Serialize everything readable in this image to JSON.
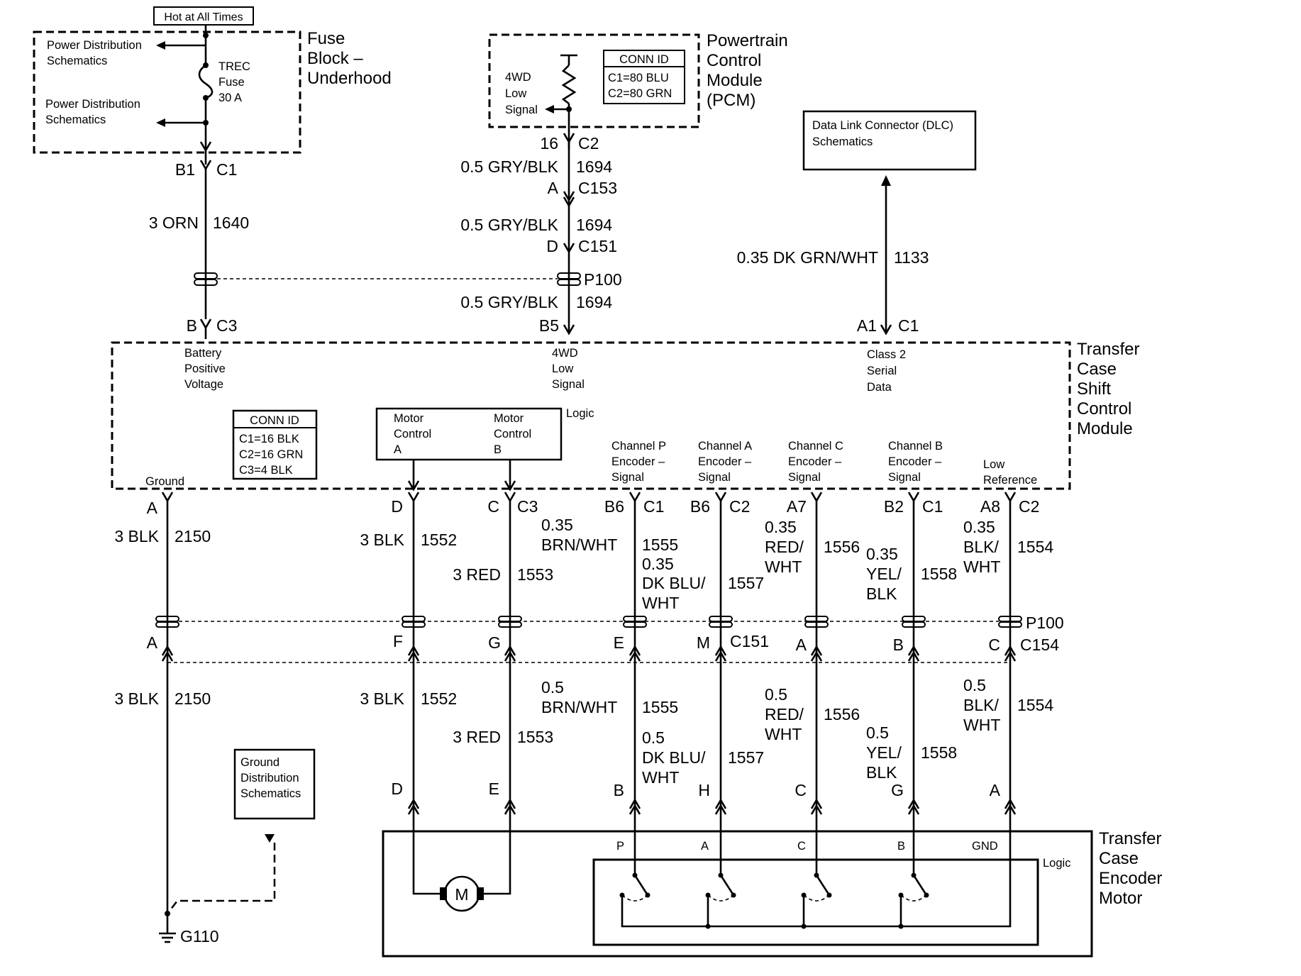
{
  "hot_label": "Hot at All Times",
  "fuse_block": {
    "title": [
      "Fuse",
      "Block –",
      "Underhood"
    ],
    "pd_top": [
      "Power Distribution",
      "Schematics"
    ],
    "pd_bottom": [
      "Power Distribution",
      "Schematics"
    ],
    "fuse": [
      "TREC",
      "Fuse",
      "30 A"
    ],
    "pin": "B1",
    "conn": "C1"
  },
  "pcm": {
    "title": [
      "Powertrain",
      "Control",
      "Module",
      "(PCM)"
    ],
    "signal": [
      "4WD",
      "Low",
      "Signal"
    ],
    "conn_id_title": "CONN ID",
    "conn_id": [
      "C1=80 BLU",
      "C2=80 GRN"
    ],
    "pin": "16",
    "conn": "C2"
  },
  "dlc": [
    "Data Link Connector (DLC)",
    "Schematics"
  ],
  "upper_wires": {
    "w1640": {
      "gauge": "3 ORN",
      "circuit": "1640"
    },
    "w1694a": {
      "gauge": "0.5 GRY/BLK",
      "circuit": "1694"
    },
    "c153": {
      "pin": "A",
      "conn": "C153"
    },
    "w1694b": {
      "gauge": "0.5 GRY/BLK",
      "circuit": "1694"
    },
    "c151": {
      "pin": "D",
      "conn": "C151"
    },
    "p100": "P100",
    "w1694c": {
      "gauge": "0.5 GRY/BLK",
      "circuit": "1694"
    },
    "w1133": {
      "gauge": "0.35 DK GRN/WHT",
      "circuit": "1133"
    }
  },
  "tcscm": {
    "title": [
      "Transfer",
      "Case",
      "Shift",
      "Control",
      "Module"
    ],
    "batt_pin": {
      "pin": "B",
      "conn": "C3"
    },
    "batt": [
      "Battery",
      "Positive",
      "Voltage"
    ],
    "lowsig_pin": {
      "pin": "B5"
    },
    "lowsig": [
      "4WD",
      "Low",
      "Signal"
    ],
    "class2_pin": {
      "pin": "A1",
      "conn": "C1"
    },
    "class2": [
      "Class 2",
      "Serial",
      "Data"
    ],
    "conn_id_title": "CONN ID",
    "conn_id": [
      "C1=16 BLK",
      "C2=16 GRN",
      "C3=4 BLK"
    ],
    "logic": "Logic",
    "motor_a": [
      "Motor",
      "Control",
      "A"
    ],
    "motor_b": [
      "Motor",
      "Control",
      "B"
    ],
    "ground": "Ground",
    "ch_p": [
      "Channel P",
      "Encoder –",
      "Signal"
    ],
    "ch_a": [
      "Channel A",
      "Encoder –",
      "Signal"
    ],
    "ch_c": [
      "Channel C",
      "Encoder –",
      "Signal"
    ],
    "ch_b": [
      "Channel B",
      "Encoder –",
      "Signal"
    ],
    "low_ref": [
      "Low",
      "Reference"
    ]
  },
  "module_pins": {
    "gnd": {
      "pin": "A"
    },
    "ma": {
      "pin": "D"
    },
    "mb": {
      "pin": "C",
      "conn": "C3"
    },
    "p": {
      "pin": "B6",
      "conn": "C1"
    },
    "a": {
      "pin": "B6",
      "conn": "C2"
    },
    "c": {
      "pin": "A7"
    },
    "b": {
      "pin": "B2",
      "conn": "C1"
    },
    "lr": {
      "pin": "A8",
      "conn": "C2"
    }
  },
  "mid_wires": {
    "gnd": {
      "gauge": "3 BLK",
      "circuit": "2150"
    },
    "ma": {
      "gauge": "3 BLK",
      "circuit": "1552"
    },
    "mb": {
      "gauge": "3 RED",
      "circuit": "1553"
    },
    "p": {
      "gauge": [
        "0.35",
        "BRN/WHT"
      ],
      "circuit": "1555"
    },
    "a": {
      "gauge": [
        "0.35",
        "DK BLU/",
        "WHT"
      ],
      "circuit": "1557"
    },
    "c": {
      "gauge": [
        "0.35",
        "RED/",
        "WHT"
      ],
      "circuit": "1556"
    },
    "b": {
      "gauge": [
        "0.35",
        "YEL/",
        "BLK"
      ],
      "circuit": "1558"
    },
    "lr": {
      "gauge": [
        "0.35",
        "BLK/",
        "WHT"
      ],
      "circuit": "1554"
    }
  },
  "inline_labels": {
    "p100": "P100",
    "c151": "C151",
    "c154": "C154",
    "gnd": "A",
    "ma": "F",
    "mb": "G",
    "p": "E",
    "a": "M",
    "c": "A",
    "b": "B",
    "lr": "C"
  },
  "low_wires": {
    "gnd": {
      "gauge": "3 BLK",
      "circuit": "2150"
    },
    "ma": {
      "gauge": "3 BLK",
      "circuit": "1552"
    },
    "mb": {
      "gauge": "3 RED",
      "circuit": "1553"
    },
    "p": {
      "gauge": [
        "0.5",
        "BRN/WHT"
      ],
      "circuit": "1555"
    },
    "a": {
      "gauge": [
        "0.5",
        "DK BLU/",
        "WHT"
      ],
      "circuit": "1557"
    },
    "c": {
      "gauge": [
        "0.5",
        "RED/",
        "WHT"
      ],
      "circuit": "1556"
    },
    "b": {
      "gauge": [
        "0.5",
        "YEL/",
        "BLK"
      ],
      "circuit": "1558"
    },
    "lr": {
      "gauge": [
        "0.5",
        "BLK/",
        "WHT"
      ],
      "circuit": "1554"
    }
  },
  "motor_pins": {
    "ma": "D",
    "mb": "E",
    "p": "B",
    "a": "H",
    "c": "C",
    "b": "G",
    "lr": "A"
  },
  "ground_dist": [
    "Ground",
    "Distribution",
    "Schematics"
  ],
  "ground_point": "G110",
  "encoder_motor": {
    "title": [
      "Transfer",
      "Case",
      "Encoder",
      "Motor"
    ],
    "logic": "Logic",
    "motor_symbol": "M",
    "switch_labels": [
      "P",
      "A",
      "C",
      "B",
      "GND"
    ]
  }
}
